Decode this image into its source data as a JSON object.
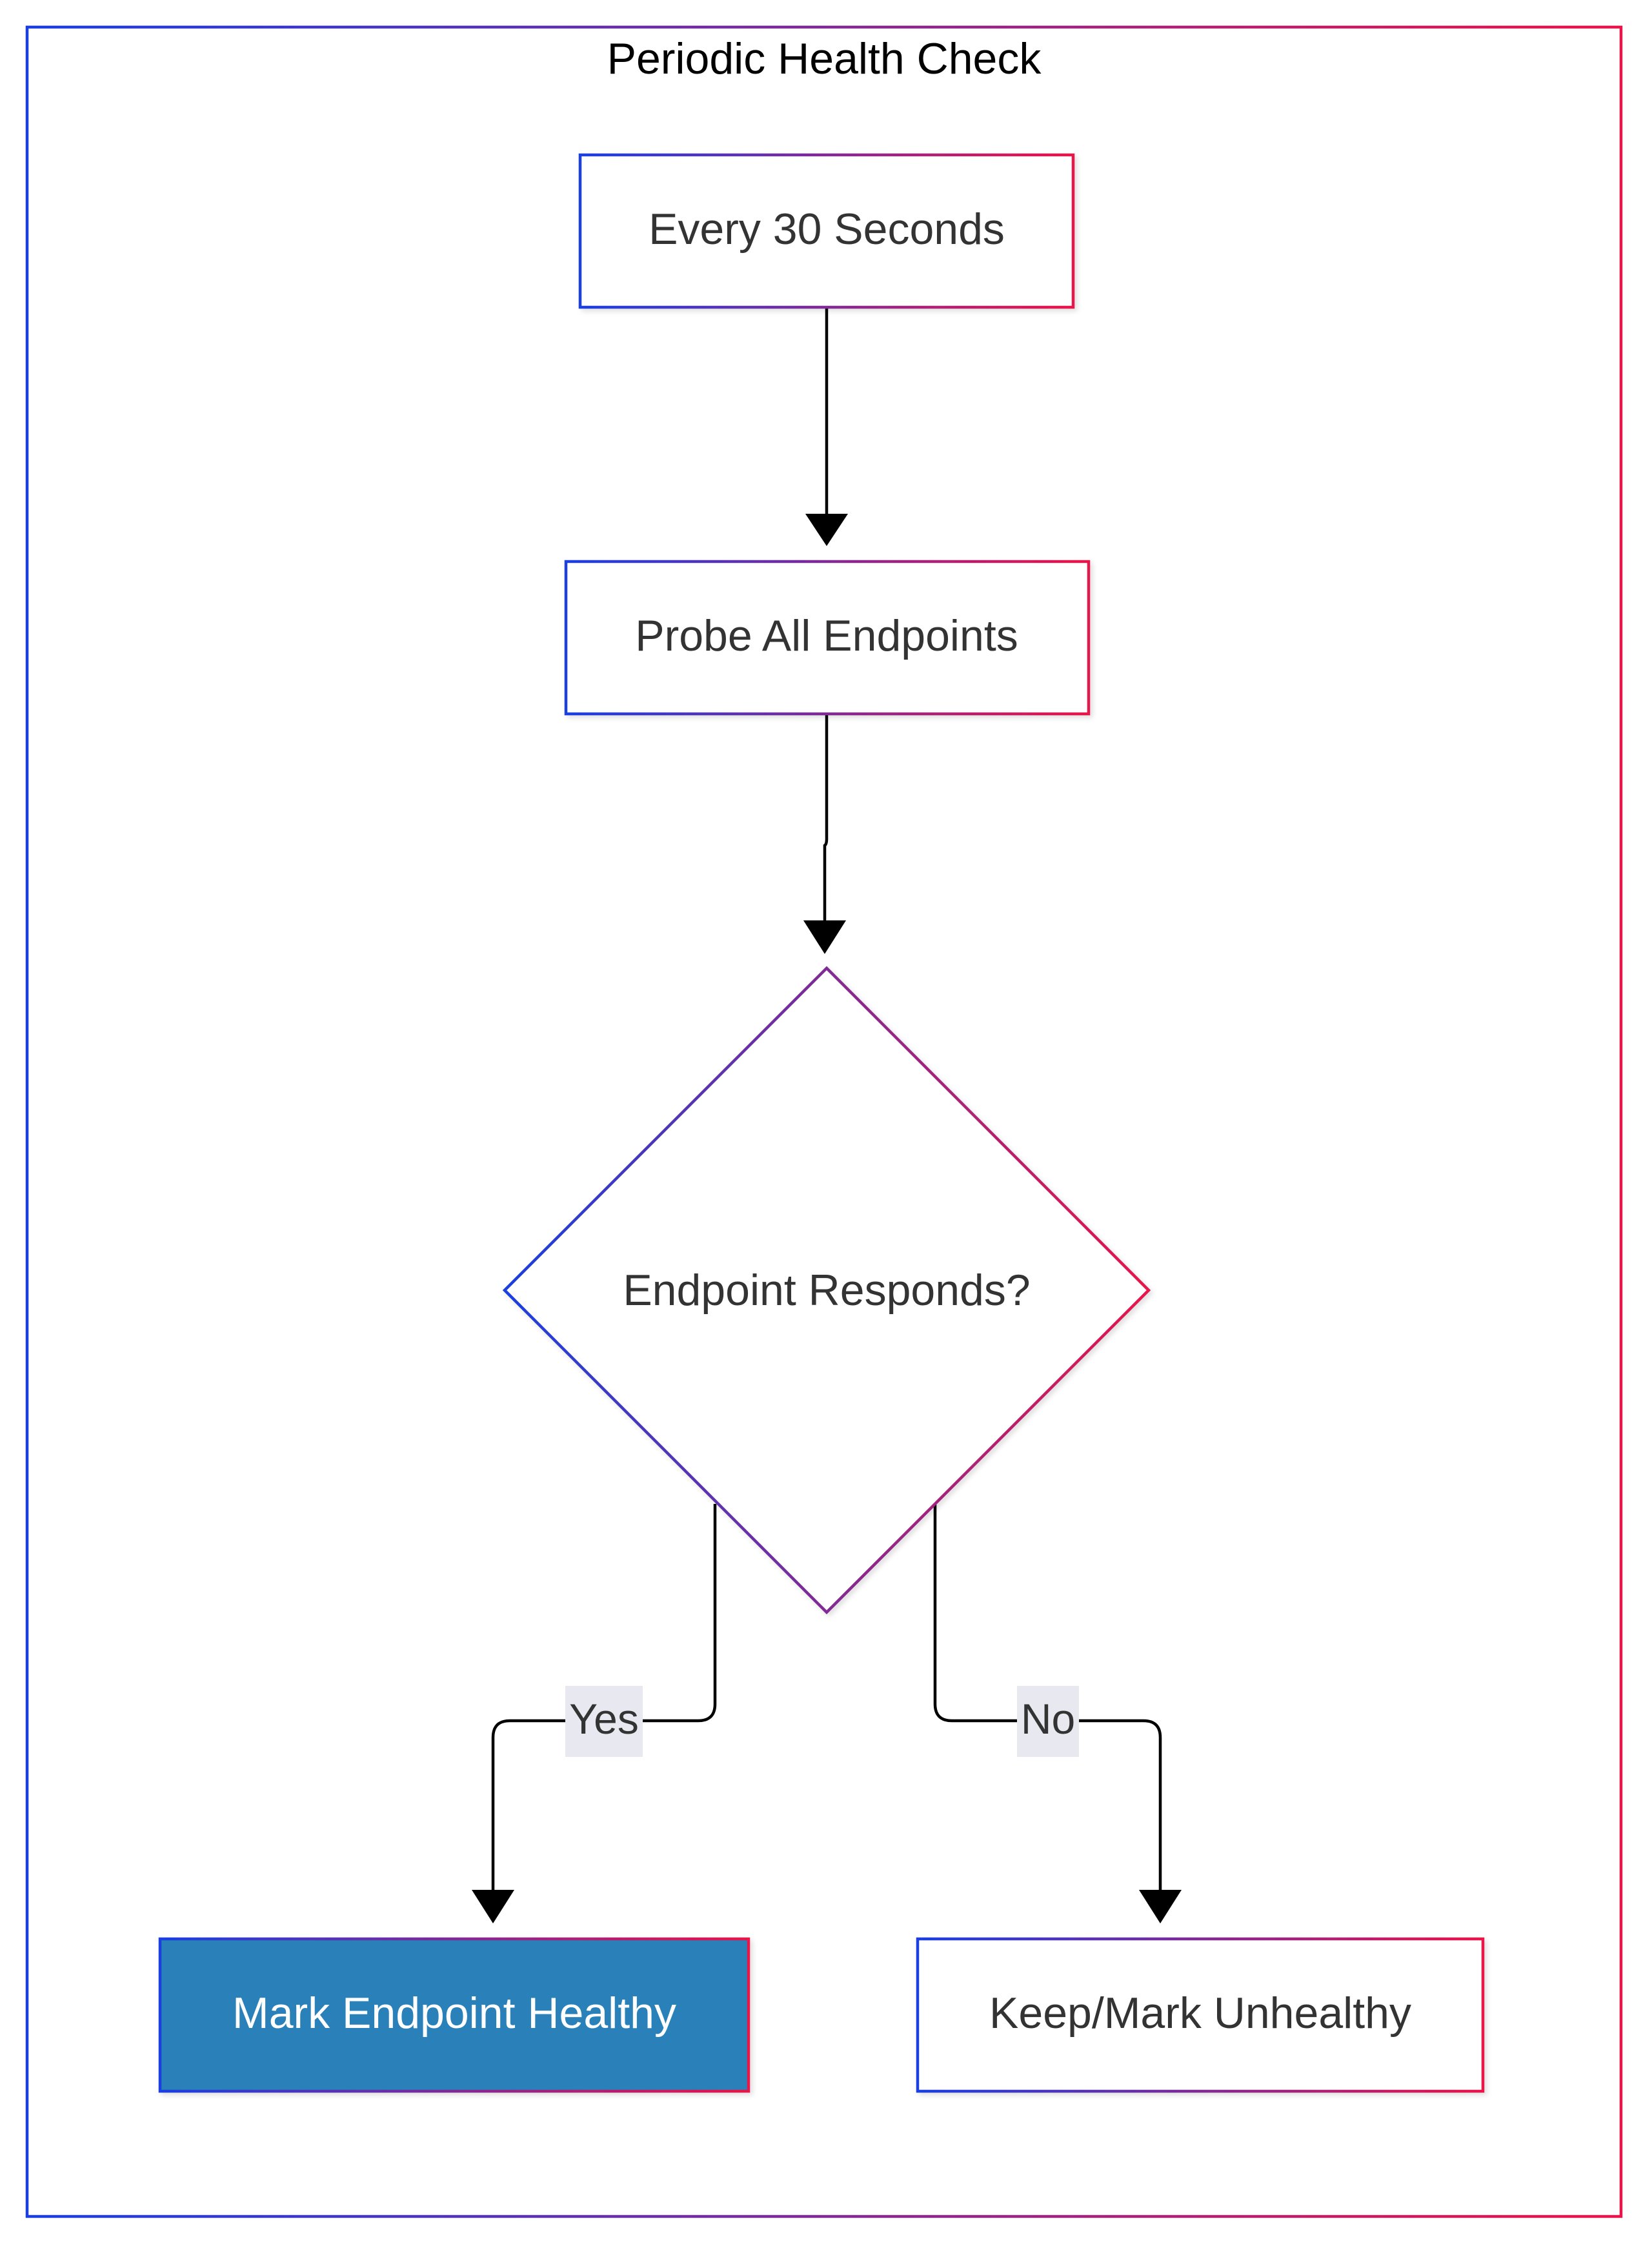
{
  "diagram": {
    "title": "Periodic Health Check",
    "nodes": {
      "timer": {
        "label": "Every 30 Seconds"
      },
      "probe": {
        "label": "Probe All Endpoints"
      },
      "decision": {
        "label": "Endpoint Responds?"
      },
      "healthy": {
        "label": "Mark Endpoint Healthy",
        "fill": "#2980b9",
        "text_color": "#ffffff"
      },
      "unhealthy": {
        "label": "Keep/Mark Unhealthy"
      }
    },
    "edges": {
      "yes_label": "Yes",
      "no_label": "No"
    },
    "colors": {
      "gradient_start": "#1a3fe0",
      "gradient_end": "#e8154a",
      "edge_label_bg": "#e8e8f0",
      "arrow": "#000000"
    }
  }
}
